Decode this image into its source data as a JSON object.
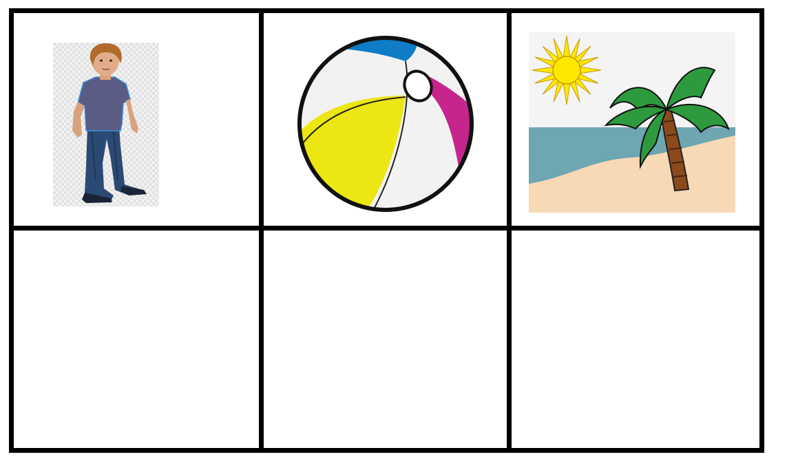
{
  "grid": {
    "rows": 2,
    "columns": 3,
    "border_color": "#000000",
    "cells": [
      {
        "row": 1,
        "column": 1,
        "content": "person-icon"
      },
      {
        "row": 1,
        "column": 2,
        "content": "beach-ball-icon"
      },
      {
        "row": 1,
        "column": 3,
        "content": "beach-palm-tree-icon"
      },
      {
        "row": 2,
        "column": 1,
        "content": "empty"
      },
      {
        "row": 2,
        "column": 2,
        "content": "empty"
      },
      {
        "row": 2,
        "column": 3,
        "content": "empty"
      }
    ]
  },
  "colors": {
    "ball_yellow": "#ECE612",
    "ball_blue": "#0E7CC7",
    "ball_magenta": "#C6258C",
    "sun_yellow": "#FFE800",
    "sea": "#6EA6B2",
    "sand": "#F7D9B5",
    "palm_green": "#2E9A3E",
    "trunk_brown": "#8A4A1C",
    "shirt": "#5A5C86",
    "jeans": "#2B4A73"
  }
}
